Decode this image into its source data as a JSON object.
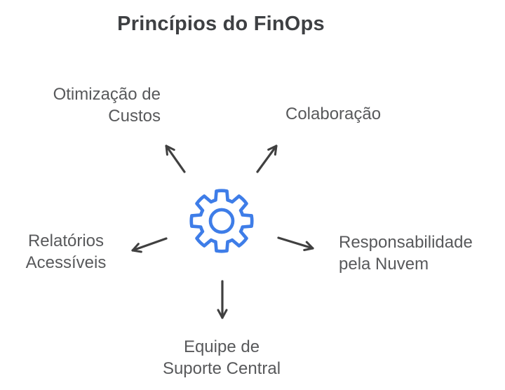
{
  "title": "Princípios do FinOps",
  "center": {
    "icon": "gear-icon"
  },
  "nodes": [
    {
      "id": "otimizacao-de-custos",
      "label": "Otimização de Custos",
      "lines": [
        "Otimização de",
        "Custos"
      ],
      "position": "top-left"
    },
    {
      "id": "colaboracao",
      "label": "Colaboração",
      "lines": [
        "Colaboração"
      ],
      "position": "top-right"
    },
    {
      "id": "relatorios-acessiveis",
      "label": "Relatórios Acessíveis",
      "lines": [
        "Relatórios",
        "Acessíveis"
      ],
      "position": "left"
    },
    {
      "id": "responsabilidade-pela-nuvem",
      "label": "Responsabilidade pela Nuvem",
      "lines": [
        "Responsabilidade",
        "pela Nuvem"
      ],
      "position": "right"
    },
    {
      "id": "equipe-de-suporte-central",
      "label": "Equipe de Suporte Central",
      "lines": [
        "Equipe de",
        "Suporte Central"
      ],
      "position": "bottom"
    }
  ],
  "connections": [
    {
      "from": "center",
      "to": "otimizacao-de-custos"
    },
    {
      "from": "center",
      "to": "colaboracao"
    },
    {
      "from": "center",
      "to": "relatorios-acessiveis"
    },
    {
      "from": "center",
      "to": "responsabilidade-pela-nuvem"
    },
    {
      "from": "center",
      "to": "equipe-de-suporte-central"
    }
  ],
  "colors": {
    "accent-color": "#3E7DE8",
    "title-color": "#3E4043",
    "text-color": "#58595B",
    "arrow-color": "#404040",
    "background": "#FFFFFF"
  }
}
